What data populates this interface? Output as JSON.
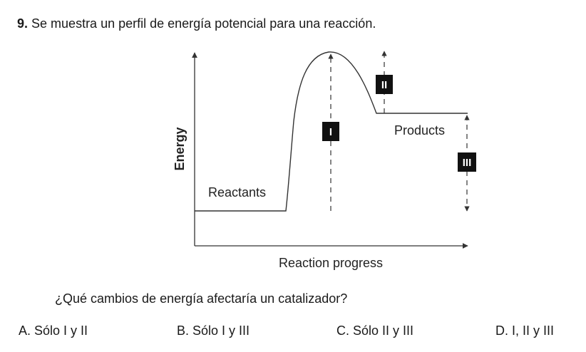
{
  "question": {
    "number": "9.",
    "text": "Se muestra un perfil de energía potencial para una reacción."
  },
  "diagram": {
    "y_axis_label": "Energy",
    "x_axis_label": "Reaction progress",
    "reactants_label": "Reactants",
    "products_label": "Products",
    "marker_1": "I",
    "marker_2": "II",
    "marker_3": "III"
  },
  "prompt": "¿Qué cambios de energía afectaría un catalizador?",
  "options": {
    "a": "A. Sólo I y II",
    "b": "B. Sólo I y III",
    "c": "C. Sólo II y III",
    "d": "D. I, II y III"
  }
}
